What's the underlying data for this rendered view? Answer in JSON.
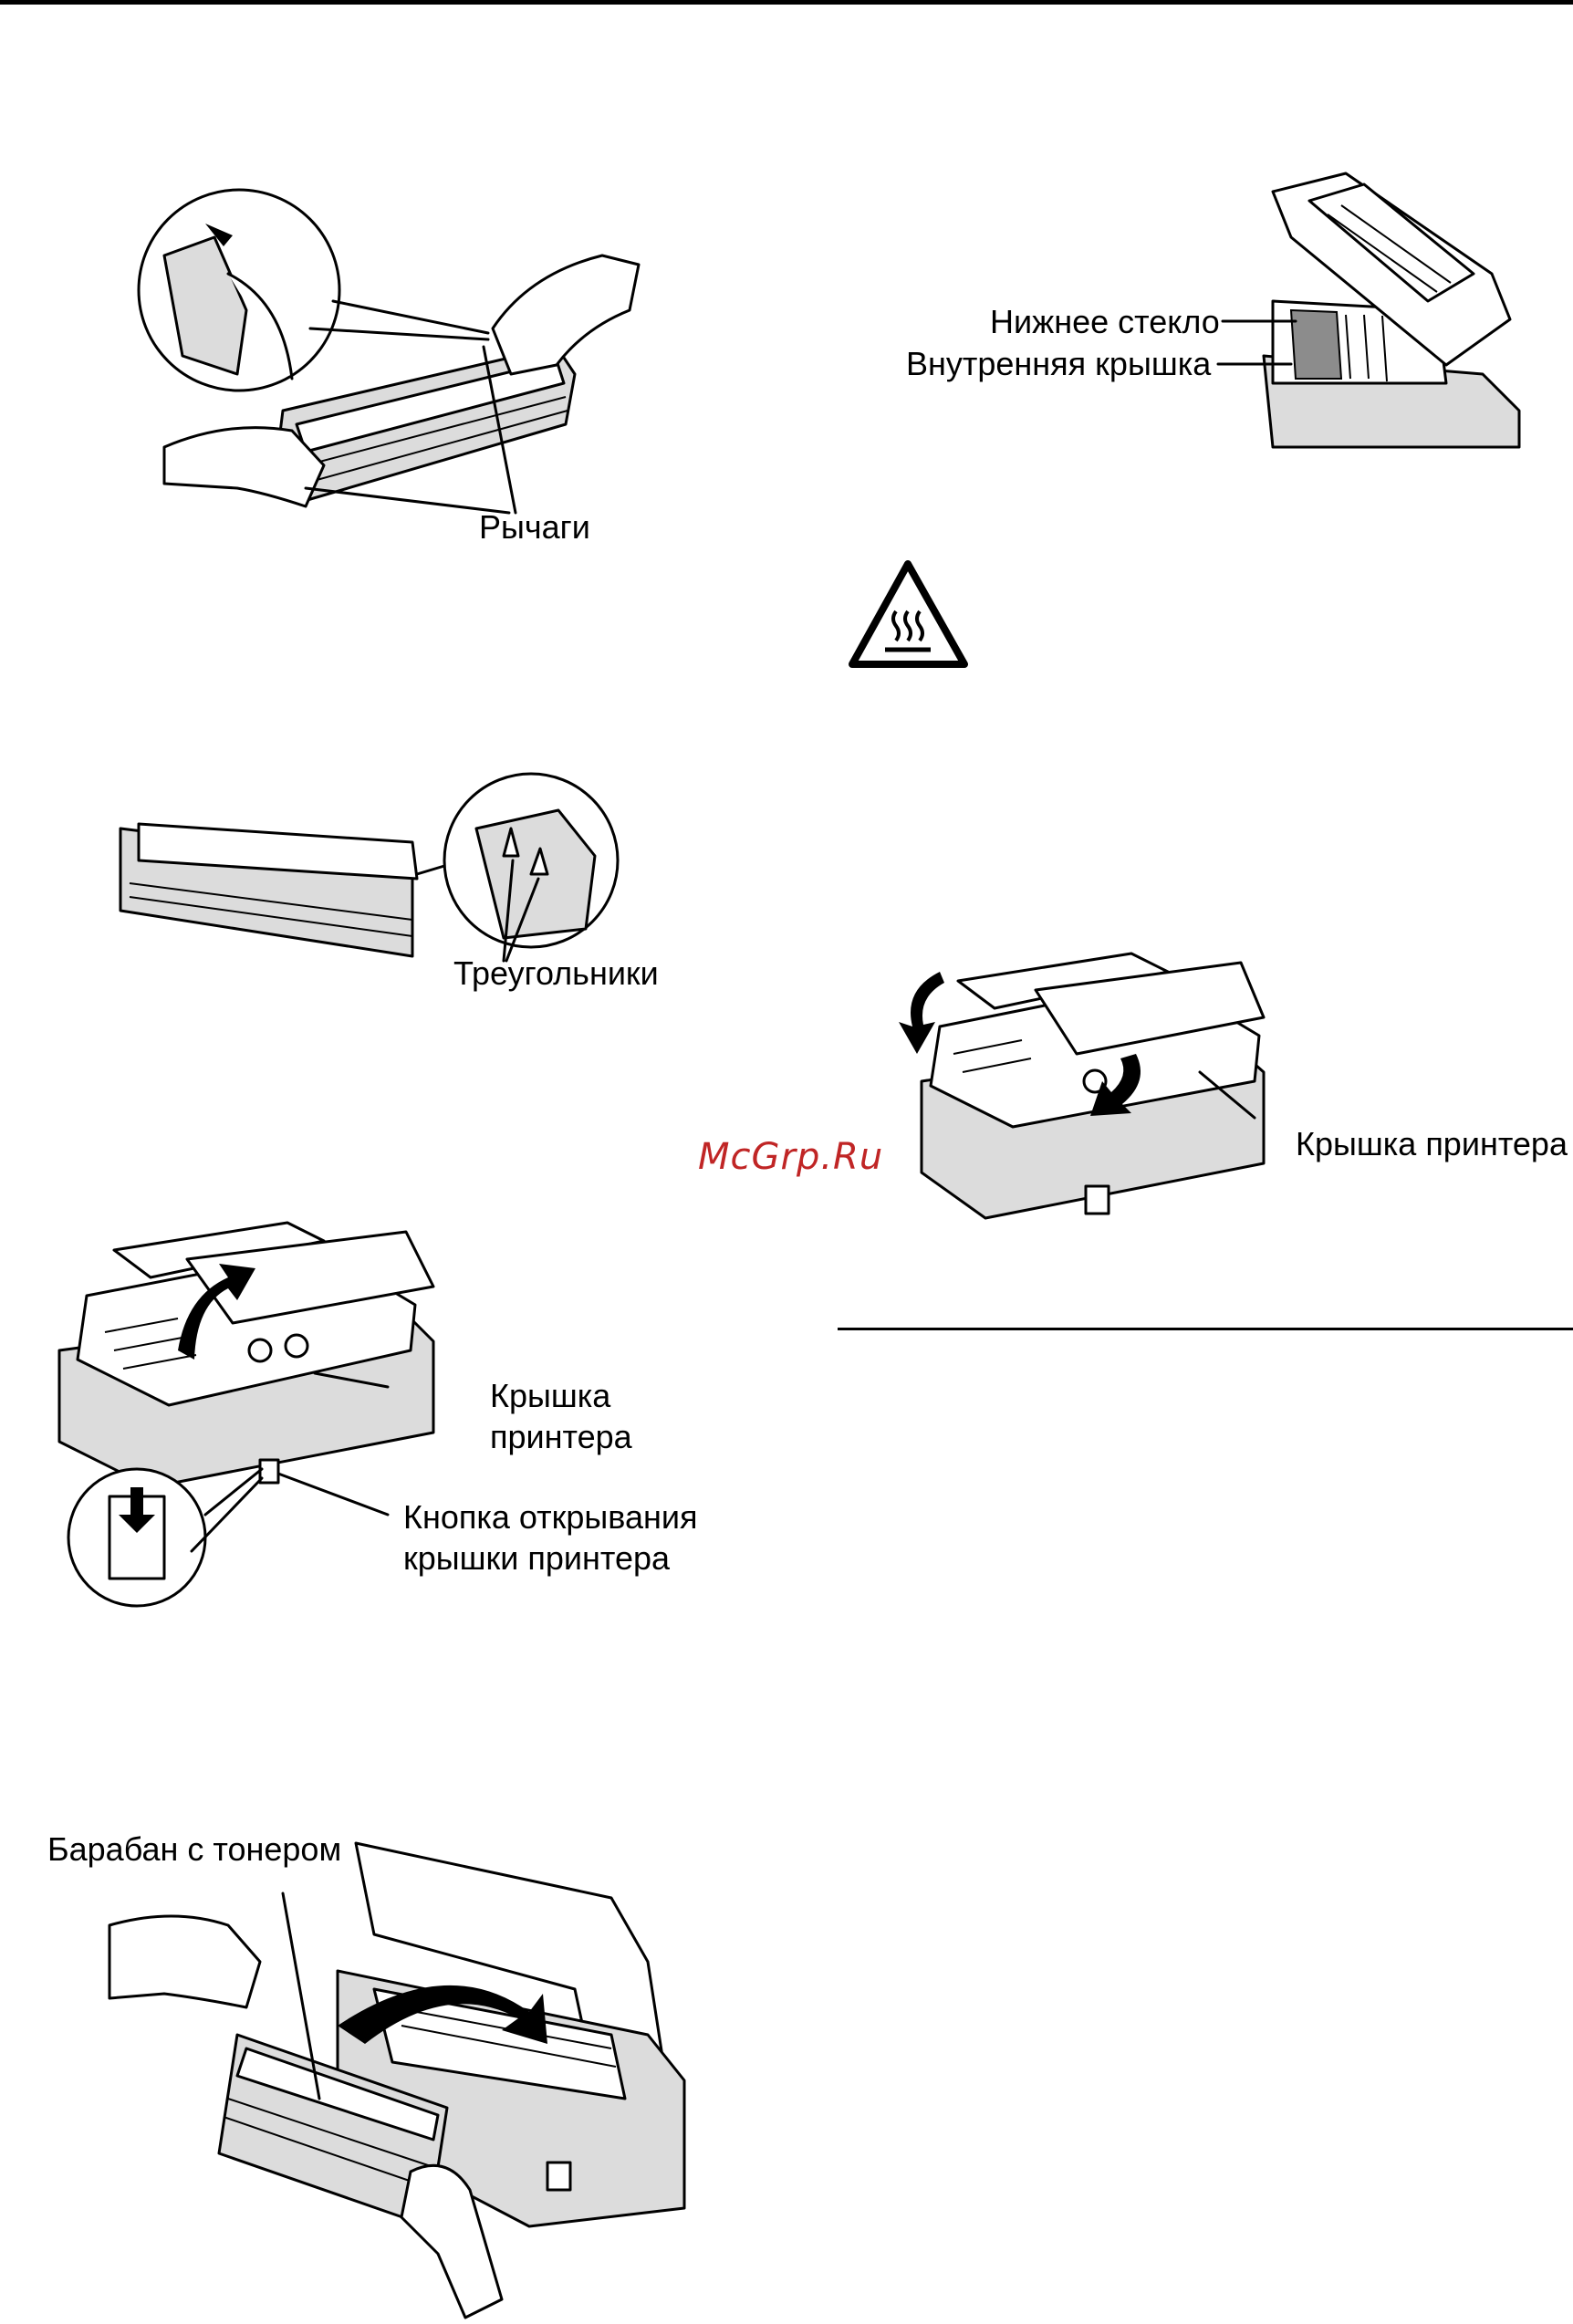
{
  "figures": {
    "drum_levers": {
      "levers_label": "Рычаги"
    },
    "drum_triangles": {
      "triangles_label": "Треугольники"
    },
    "open_printer_cover": {
      "printer_cover_label_line1": "Крышка",
      "printer_cover_label_line2": "принтера",
      "release_button_label_line1": "Кнопка открывания",
      "release_button_label_line2": "крышки принтера"
    },
    "insert_drum": {
      "drum_label": "Барабан с тонером"
    },
    "inside_view": {
      "lower_glass_label": "Нижнее стекло",
      "inner_cover_label": "Внутренняя крышка"
    },
    "close_printer_cover": {
      "printer_cover_label": "Крышка принтера"
    }
  },
  "watermark": "McGrp.Ru",
  "icons": {
    "warning": "hot-surface-warning-icon"
  }
}
